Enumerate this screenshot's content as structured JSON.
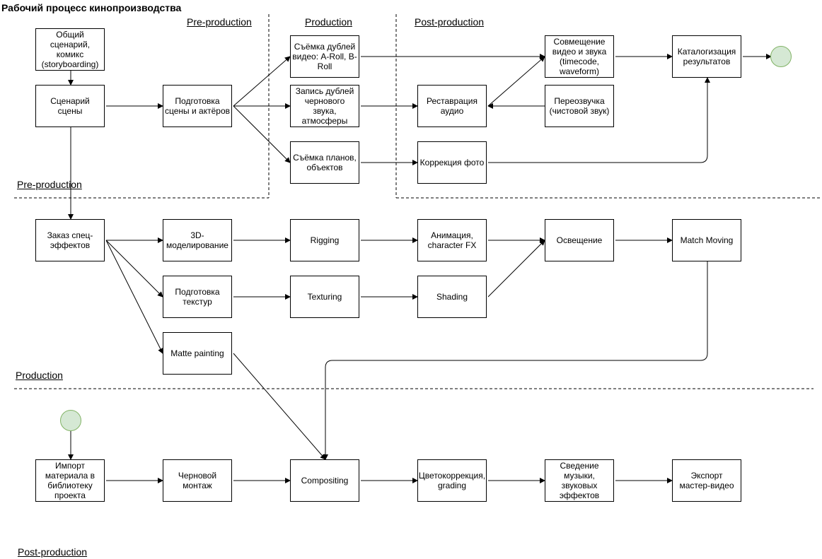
{
  "title": "Рабочий процесс кинопроизводства",
  "section_labels": {
    "col_pre": "Pre-production",
    "col_prod": "Production",
    "col_post": "Post-production",
    "row_pre": "Pre-production",
    "row_prod": "Production",
    "row_post": "Post-production"
  },
  "nodes": {
    "storyboard": "Общий сценарий, комикс (storyboarding)",
    "scene_script": "Сценарий сцены",
    "scene_prep": "Подготовка сцены и актёров",
    "video_takes": "Съёмка дублей видео: A-Roll, B-Roll",
    "sound_takes": "Запись дублей чернового звука, атмосферы",
    "plans_shoot": "Съёмка планов, объектов",
    "audio_restore": "Реставрация аудио",
    "photo_correct": "Коррекция фото",
    "av_sync": "Совмещение видео и звука (timecode, waveform)",
    "dubbing": "Переозвучка (чистовой звук)",
    "cataloging": "Каталогизация результатов",
    "vfx_order": "Заказ спец-эффектов",
    "modeling_3d": "3D-моделирование",
    "rigging": "Rigging",
    "animation": "Анимация, character FX",
    "lighting": "Освещение",
    "match_moving": "Match Moving",
    "texture_prep": "Подготовка текстур",
    "texturing": "Texturing",
    "shading": "Shading",
    "matte_painting": "Matte painting",
    "import": "Импорт материала в библиотеку проекта",
    "rough_cut": "Черновой монтаж",
    "compositing": "Compositing",
    "grading": "Цветокоррекция, grading",
    "music_mix": "Сведение музыки, звуковых эффектов",
    "export": "Экспорт мастер-видео"
  },
  "colors": {
    "terminal_fill": "#d5e8d4",
    "terminal_stroke": "#82b366",
    "edge": "#000000"
  }
}
